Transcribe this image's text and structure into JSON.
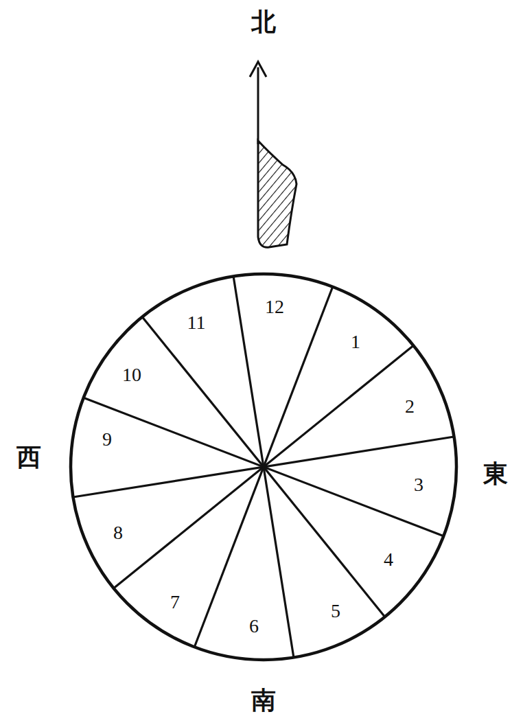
{
  "diagram": {
    "labels": [
      "北",
      "11",
      "12",
      "1",
      "10",
      "2",
      "9",
      "西",
      "3",
      "東",
      "8",
      "4",
      "7",
      "5",
      "6",
      "南"
    ]
  }
}
